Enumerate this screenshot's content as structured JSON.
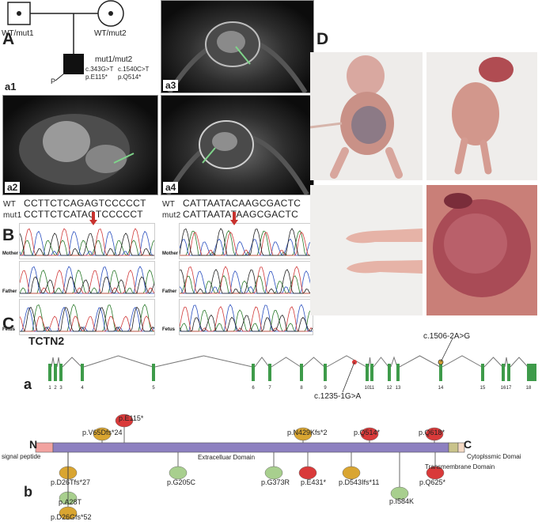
{
  "panels": {
    "A": "A",
    "B": "B",
    "C": "C",
    "D": "D",
    "a": "a",
    "b": "b"
  },
  "pedigree": {
    "father": "WT/mut1",
    "mother": "WT/mut2",
    "proband_geno": "mut1/mut2",
    "mut1_c": "c.343G>T",
    "mut2_c": "c.1540C>T",
    "mut1_p": "p.E115*",
    "mut2_p": "p.Q514*",
    "proband_mark": "P"
  },
  "ultrasound": {
    "a1": "a1",
    "a2": "a2",
    "a3": "a3",
    "a4": "a4"
  },
  "sequences": {
    "left": {
      "wt_label": "WT",
      "wt": "CCTTCTCAGAGTCCCCCT",
      "mut_label": "mut1",
      "mut": "CCTTCTCATAGTCCCCCT"
    },
    "right": {
      "wt_label": "WT",
      "wt": "CATTAATACAAGCGACTC",
      "mut_label": "mut2",
      "mut": "CATTAATATAAGCGACTC"
    },
    "traces": [
      "Mother",
      "Father",
      "Fetus"
    ]
  },
  "gene": {
    "name": "TCTN2",
    "exons": [
      "1",
      "2",
      "3",
      "4",
      "5",
      "6",
      "7",
      "8",
      "9",
      "10",
      "11",
      "12",
      "13",
      "14",
      "15",
      "16",
      "17",
      "18"
    ],
    "splice_upper": "c.1506-2A>G",
    "splice_lower": "c.1235-1G>A"
  },
  "protein": {
    "n": "N",
    "c": "C",
    "signal": "signal peptide",
    "extracellular": "Extracelluar Domain",
    "transmembrane": "Transmembrane Domain",
    "cytoplasmic": "Cytoplssmic Domai",
    "mutations_top": [
      "p.E115*",
      "p.V65Dfs*24",
      "p.N429Kfs*2",
      "p.Q514*",
      "p.Q618*"
    ],
    "mutations_bottom": [
      "p.D26Tfs*27",
      "p.A28T",
      "p.D26Gfs*52",
      "p.G205C",
      "p.G373R",
      "p.E431*",
      "p.D543Ifs*11",
      "p.I584K",
      "p.Q625*"
    ]
  },
  "colors": {
    "stop": "#d93a3a",
    "frameshift": "#d9a531",
    "missense": "#a8cf8e",
    "bar": "#8d80c0",
    "exon": "#3e9b4a"
  }
}
